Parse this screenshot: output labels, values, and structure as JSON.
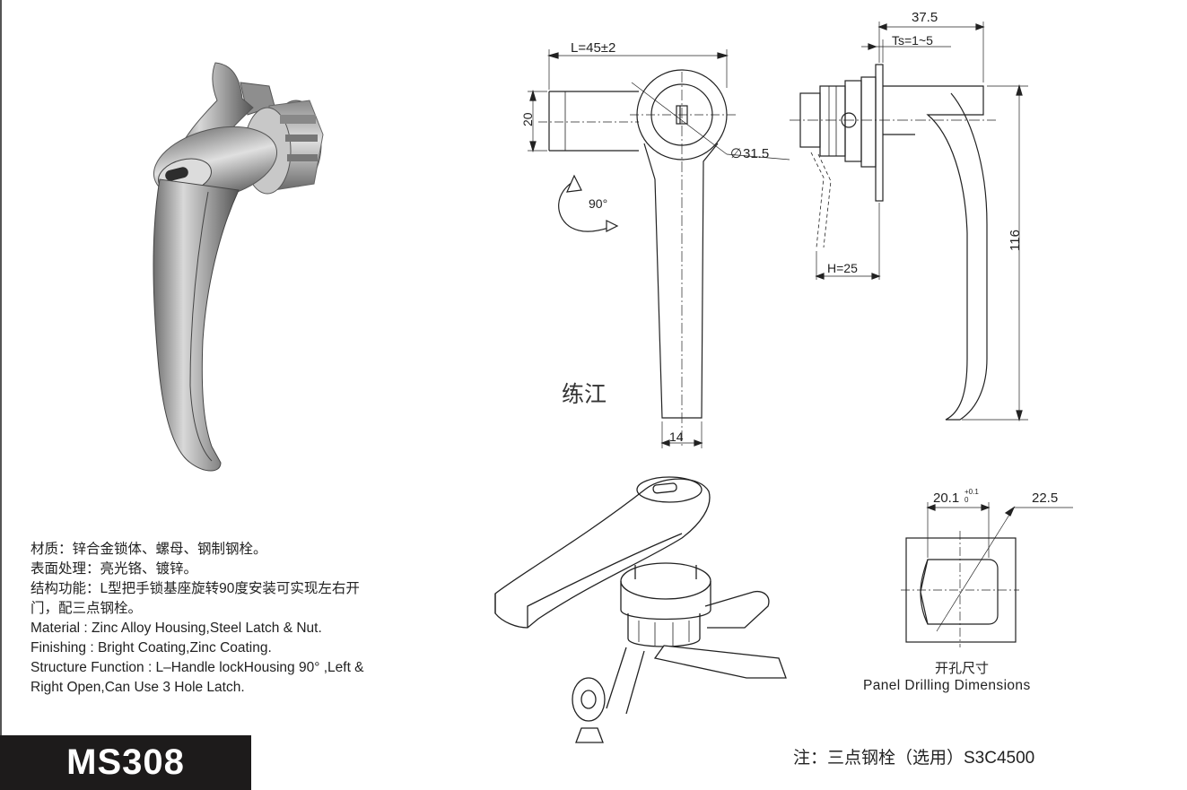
{
  "product": {
    "model": "MS308",
    "note": "注：三点钢栓（选用）S3C4500",
    "watermark": "练江"
  },
  "specs": {
    "cn_material": "材质：锌合金锁体、螺母、钢制钢栓。",
    "cn_finish": "表面处理：亮光铬、镀锌。",
    "cn_structure_1": "结构功能：L型把手锁基座旋转90度安装可实现左右开",
    "cn_structure_2": "门，配三点钢栓。",
    "en_material": "Material : Zinc Alloy Housing,Steel Latch & Nut.",
    "en_finish": "Finishing : Bright Coating,Zinc Coating.",
    "en_structure_1": "Structure Function : L–Handle lockHousing 90°  ,Left &",
    "en_structure_2": "Right Open,Can Use 3 Hole Latch."
  },
  "dimensions": {
    "length": "L=45±2",
    "height_20": "20",
    "diameter": "31.5",
    "rotation": "90°",
    "width_14": "14",
    "depth_37_5": "37.5",
    "panel_thickness": "Ts=1~5",
    "h_25": "H=25",
    "total_116": "116",
    "drill_width": "20.1",
    "drill_tol_upper": "+0.1",
    "drill_tol_lower": "0",
    "drill_diameter": "22.5"
  },
  "drilling": {
    "label_cn": "开孔尺寸",
    "label_en": "Panel Drilling Dimensions"
  }
}
